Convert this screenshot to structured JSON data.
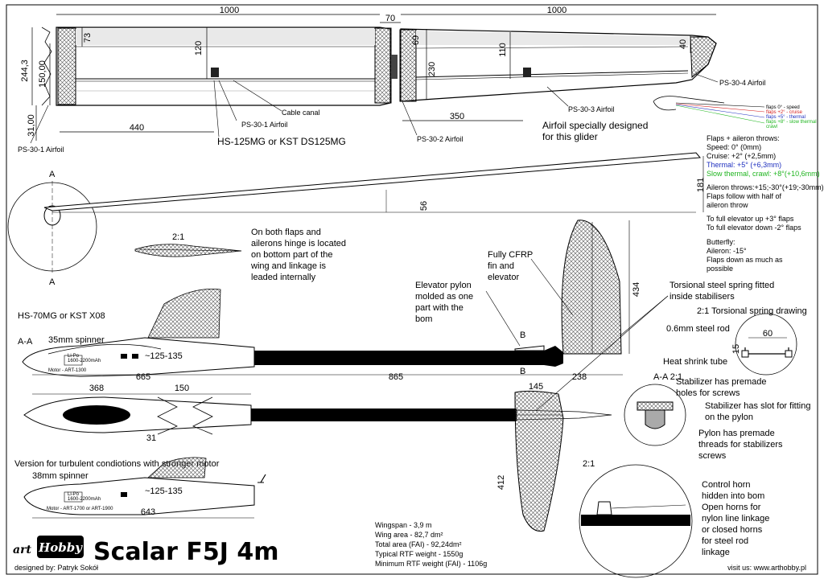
{
  "dims": {
    "span_left": "1000",
    "span_right": "1000",
    "center": "70",
    "tip_chord": "40",
    "root_chord": "244,3",
    "inner_chord": "150,00",
    "te_offset": "31,00",
    "d73": "73",
    "d69": "69",
    "d120": "120",
    "d230": "230",
    "d110": "110",
    "d440": "440",
    "d350": "350",
    "d56": "56",
    "d181": "181",
    "d434": "434",
    "d665": "665",
    "d865": "865",
    "d238": "238",
    "d368": "368",
    "d150b": "150",
    "d31b": "31",
    "d145": "145",
    "d412": "412",
    "d643": "643",
    "d125a": "~125-135",
    "d125b": "~125-135",
    "d60": "60",
    "d15": "15"
  },
  "labels": {
    "ps304": "PS-30-4 Airfoil",
    "ps303": "PS-30-3 Airfoil",
    "ps302": "PS-30-2 Airfoil",
    "ps301a": "PS-30-1 Airfoil",
    "ps301b": "PS-30-1 Airfoil",
    "cable": "Cable canal",
    "servo_wing": "HS-125MG or KST DS125MG",
    "airfoil_note": [
      "Airfoil specially designed",
      "for this glider"
    ],
    "section_a_top": "A",
    "section_a_bottom": "A",
    "scale_21a": "2:1",
    "hinge_note": [
      "On both flaps and",
      "ailerons hinge is located",
      "on bottom part of the",
      "wing and linkage is",
      "leaded internally"
    ],
    "fin_note": [
      "Fully CFRP",
      "fin and",
      "elevator"
    ],
    "pylon_note": [
      "Elevator pylon",
      "molded as one",
      "part with the",
      "bom"
    ],
    "spring_note": [
      "Torsional steel spring fitted",
      "inside stabilisers"
    ],
    "spring_drawing": "2:1 Torsional spring drawing",
    "steel_rod": "0.6mm steel rod",
    "heat_shrink": "Heat shrink tube",
    "servo_fus": "HS-70MG or KST X08",
    "aa": "A-A",
    "spinner35": "35mm spinner",
    "b_top": "B",
    "b_bottom": "B",
    "battery1": "1600-2200mAh",
    "motor1": "Motor - ART-1300",
    "lipo1": "Li-Po",
    "aa21": "A-A 2:1",
    "stab_holes": [
      "Stabilizer has premade",
      "holes for screws"
    ],
    "stab_slot": [
      "Stabilizer has slot for fitting",
      "on the pylon"
    ],
    "pylon_threads": [
      "Pylon has premade",
      "threads for stabilizers",
      "screws"
    ],
    "turbulent": "Version for turbulent condiotions with stronger motor",
    "spinner38": "38mm spinner",
    "battery2": "1600-2200mAh",
    "motor2": "Motor - ART-1700 or ART-1900",
    "lipo2": "Li-Po",
    "scale_21b": "2:1",
    "horn_note": [
      "Control horn",
      "hidden into bom",
      "Open horns for",
      "nylon line linkage",
      "or closed horns",
      "for steel rod",
      "linkage"
    ]
  },
  "throws": {
    "header": "Flaps + aileron throws:",
    "speed": "Speed: 0° (0mm)",
    "cruise": "Cruise: +2° (+2,5mm)",
    "thermal": "Thermal: +5° (+6,3mm)",
    "slow": "Slow thermal, crawl: +8°(+10,6mm)",
    "aileron": "Aileron throws:+15;-30°(+19;-30mm)",
    "follow": [
      "Flaps follow with half of",
      "aileron throw"
    ],
    "elev_up": "To full elevator up +3° flaps",
    "elev_down": "To full elevator down -2° flaps",
    "butterfly": "Butterfly:",
    "bf_aileron": "Aileron: -15°",
    "bf_flaps": [
      "Flaps down as much as",
      "possible"
    ],
    "mini_legend": [
      "flaps 0° - speed",
      "flaps +2° - cruise",
      "flaps +5° - thermal",
      "flaps +8° - slow thermal",
      "crawl"
    ]
  },
  "specs": [
    "Wingspan - 3,9 m",
    "Wing area - 82,7 dm²",
    "Total area (FAI) - 92,24dm²",
    "Typical RTF weight - 1550g",
    "Minimum RTF weight (FAI) - 1106g"
  ],
  "brand": {
    "art": "art",
    "hobby": "Hobby",
    "title": "Scalar F5J 4m"
  },
  "designer": "designed by: Patryk Sokół",
  "visit": "visit us: www.arthobby.pl",
  "colors": {
    "speed": "#000000",
    "cruise": "#d42020",
    "thermal": "#1e2fbf",
    "slow": "#1fb51f"
  }
}
